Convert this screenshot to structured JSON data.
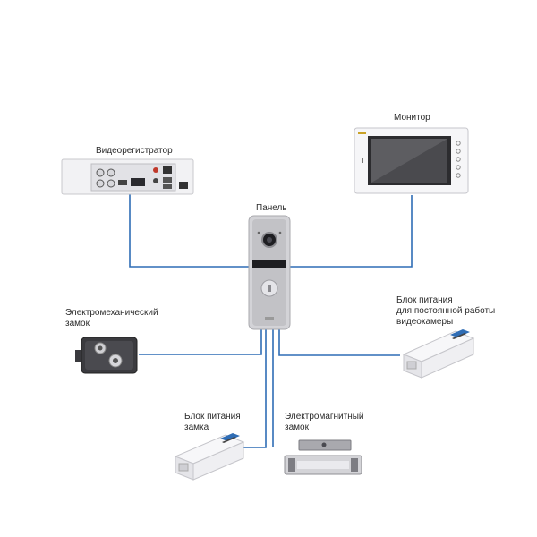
{
  "diagram": {
    "colors": {
      "wire": "#2f6db5",
      "device_light": "#e9e9ec",
      "device_dark": "#2a2a2e"
    },
    "labels": {
      "dvr": "Видеорегистратор",
      "monitor": "Монитор",
      "panel": "Панель",
      "em_lock": [
        "Электромеханический",
        "замок"
      ],
      "psu_cam": [
        "Блок питания",
        "для постоянной работы",
        "видеокамеры"
      ],
      "psu_lock": [
        "Блок питания",
        "замка"
      ],
      "mag_lock": [
        "Электромагнитный",
        "замок"
      ]
    },
    "icons": [
      "dvr-device-icon",
      "monitor-device-icon",
      "door-panel-icon",
      "electromechanical-lock-icon",
      "power-supply-icon",
      "magnetic-lock-icon"
    ]
  }
}
